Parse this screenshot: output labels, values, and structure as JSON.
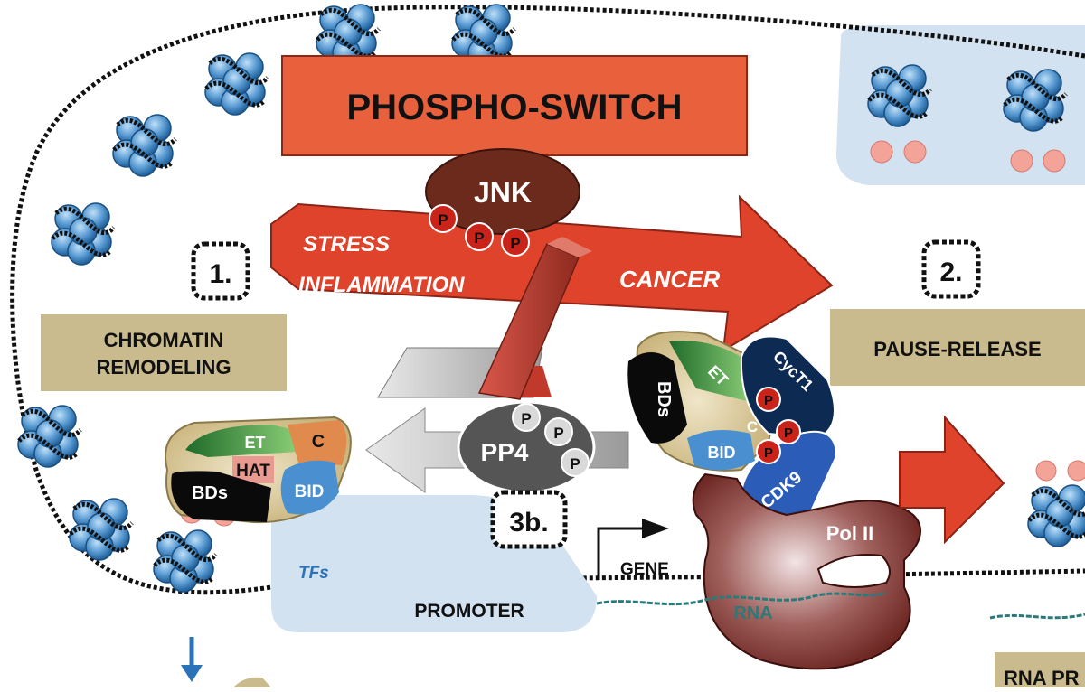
{
  "title": "PHOSPHO-SWITCH",
  "kinase": {
    "name": "JNK",
    "phospho": [
      "P",
      "P",
      "P"
    ]
  },
  "signal_arrow": {
    "line1": "STRESS",
    "line2": "INFLAMMATION",
    "line3": "CANCER"
  },
  "steps": {
    "step1": "1.",
    "step2": "2.",
    "step3b": "3b."
  },
  "processes": {
    "chromatin_line1": "CHROMATIN",
    "chromatin_line2": "REMODELING",
    "pause_release": "PAUSE-RELEASE",
    "rna_partial": "RNA PR"
  },
  "phosphatase": {
    "name": "PP4",
    "phospho": [
      "P",
      "P",
      "P"
    ]
  },
  "brd4_left": {
    "et": "ET",
    "c": "C",
    "hat": "HAT",
    "bds": "BDs",
    "bid": "BID"
  },
  "brd4_right": {
    "bds": "BDs",
    "et": "ET",
    "bid": "BID",
    "c": "C"
  },
  "ptefb": {
    "cyc": "CycT1",
    "cdk": "CDK9",
    "phospho": [
      "P",
      "P",
      "P"
    ]
  },
  "dna_labels": {
    "tfs": "TFs",
    "promoter": "PROMOTER",
    "gene": "GENE",
    "pol2": "Pol II",
    "rna": "RNA"
  },
  "colors": {
    "title_box": "#e8603c",
    "signal_arrow": "#e0432b",
    "jnk": "#6b2a1c",
    "lever": "#c0392b",
    "gray": "#c8c8c8",
    "pp4": "#555555",
    "process_box": "#c9bb8e",
    "tf_region": "#d3e2f1",
    "nucleosome": "#4a8ac4",
    "pol2": "#7a2d2a",
    "cyct1": "#0d2a52",
    "cdk9": "#2b5cb8"
  }
}
